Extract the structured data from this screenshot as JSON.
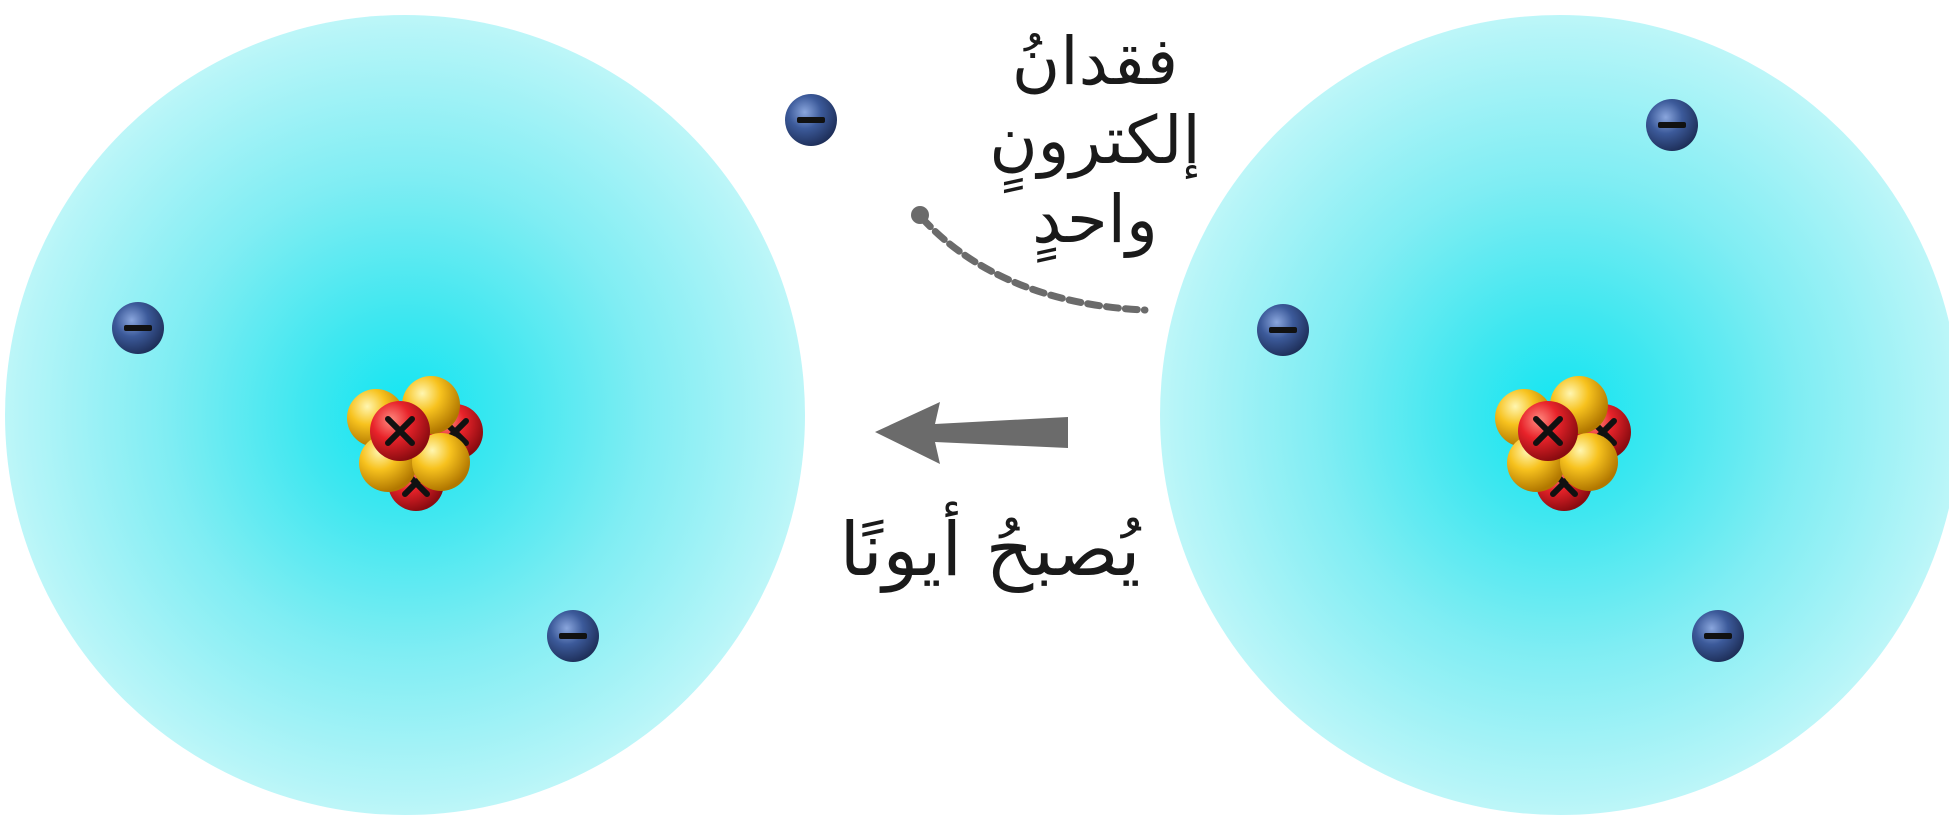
{
  "labels": {
    "electron_loss_line1": "فقدانُ",
    "electron_loss_line2": "إلكترونٍ",
    "electron_loss_line3": "واحدٍ",
    "becomes_ion": "يُصبحُ أيونًا"
  },
  "colors": {
    "electron_cloud": "#11e6f2",
    "electron": "#3c5a9a",
    "proton": "#e8232a",
    "neutron": "#f7c21e",
    "arrow": "#6b6b6b"
  },
  "icons": {
    "electron": "minus-circle-icon",
    "proton": "cross-ball-icon",
    "neutron": "yellow-ball-icon",
    "direction_arrow": "left-arrow-icon"
  }
}
